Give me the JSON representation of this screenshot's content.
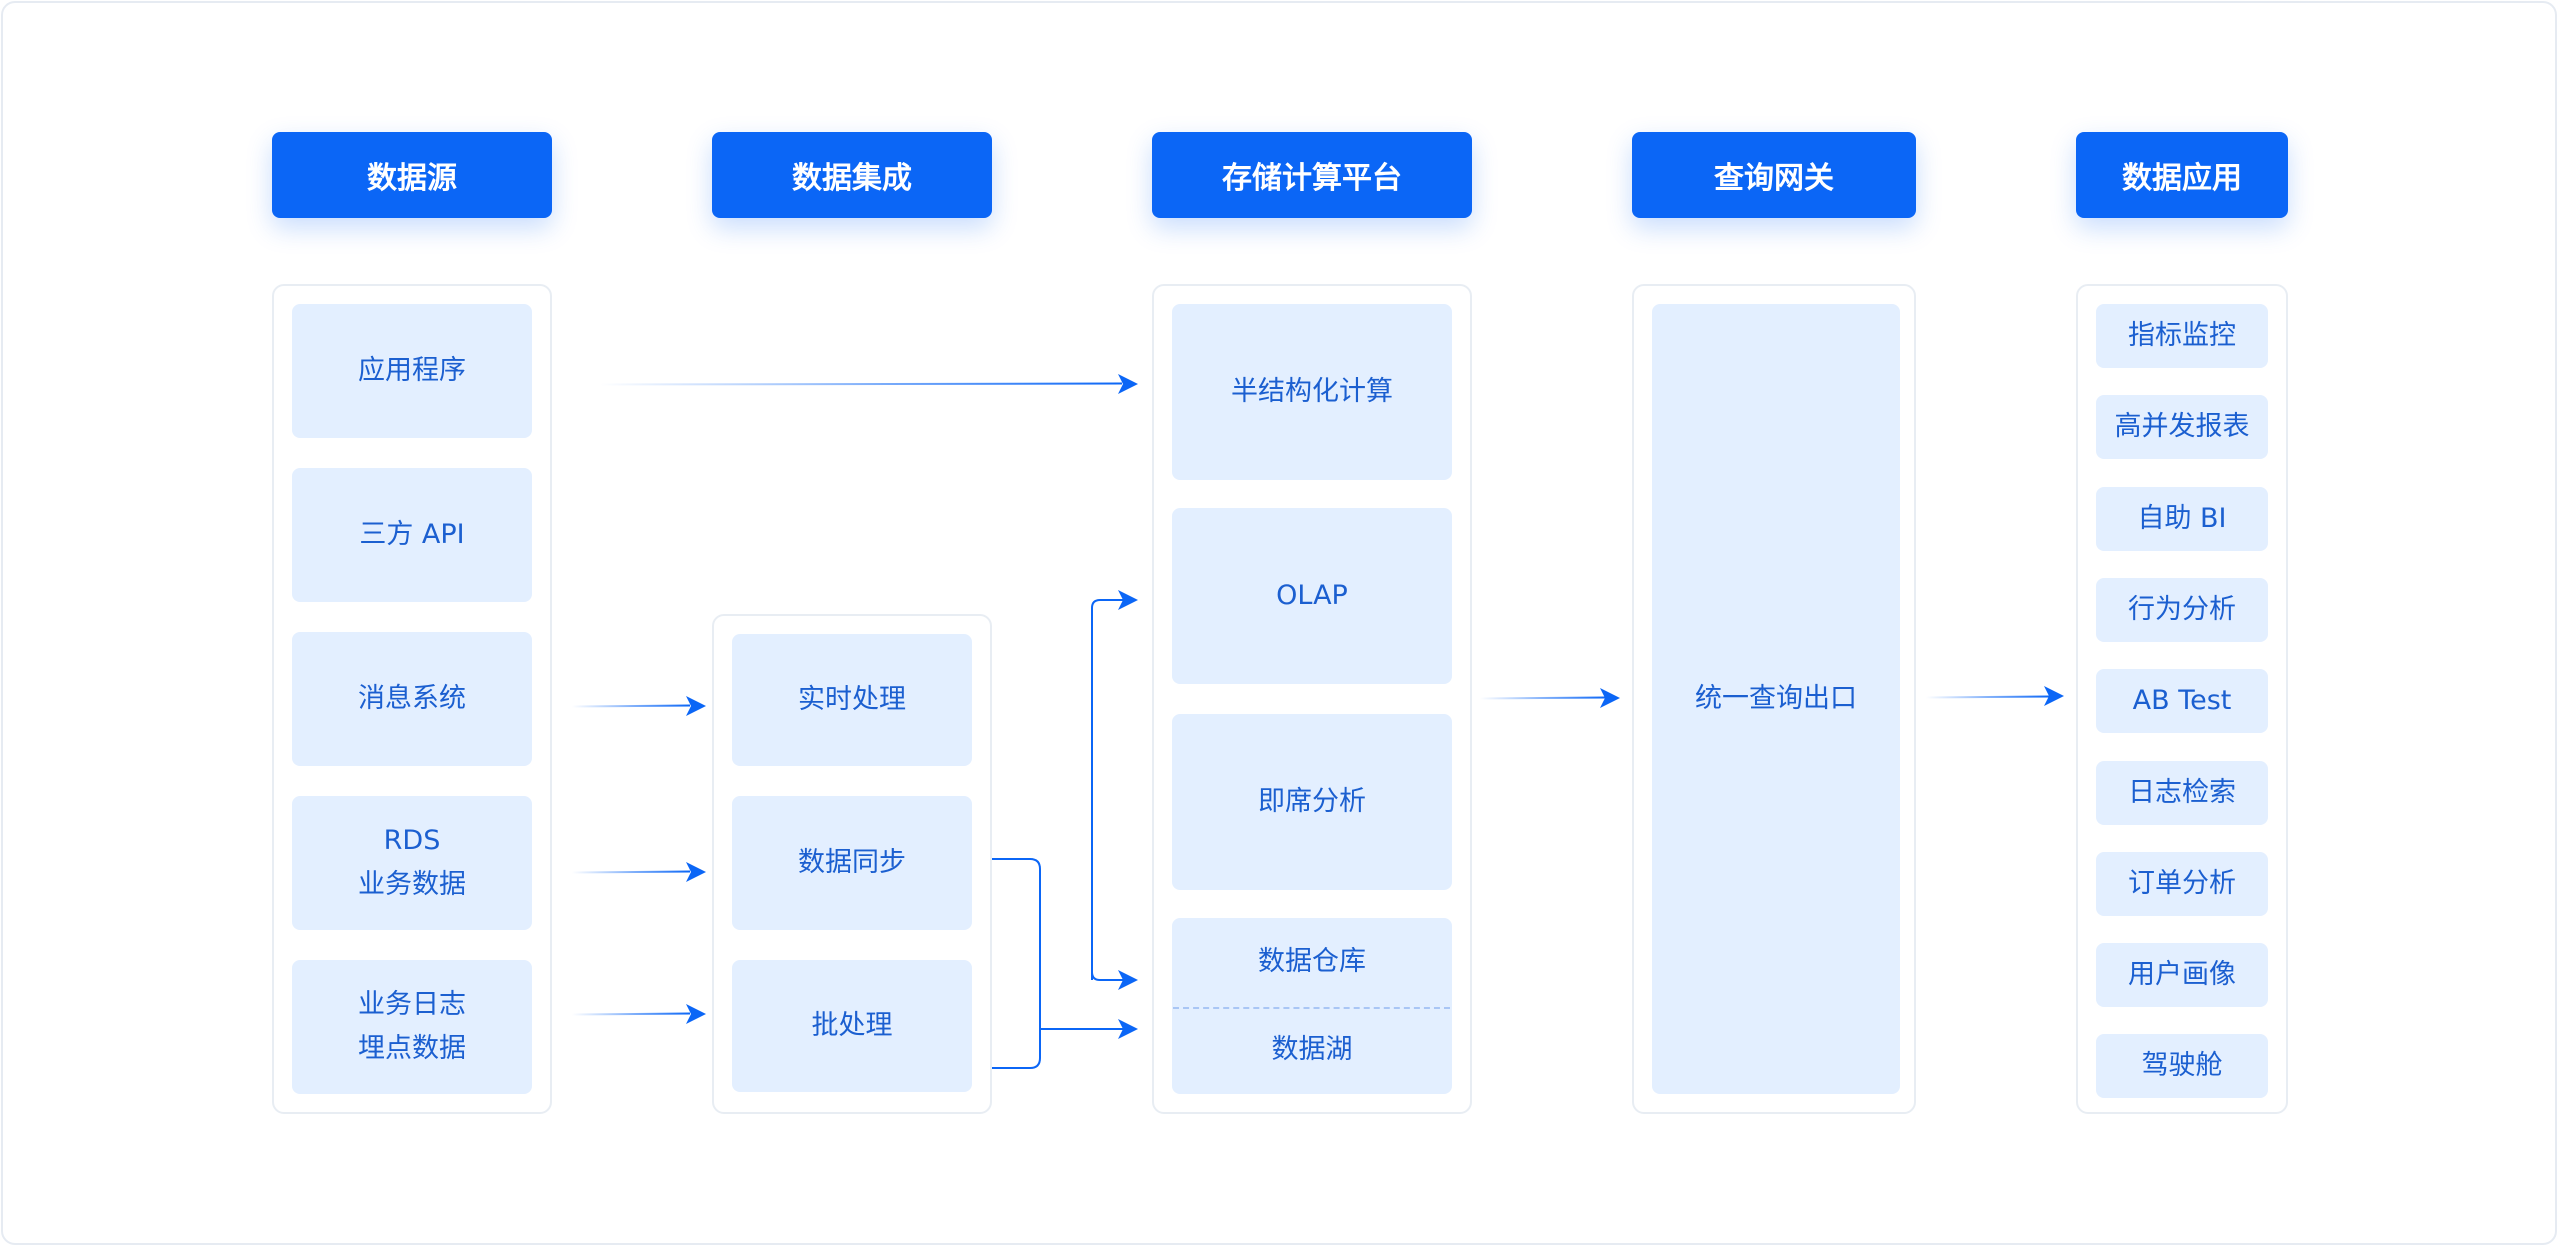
{
  "headers": {
    "sources": "数据源",
    "integration": "数据集成",
    "storage": "存储计算平台",
    "gateway": "查询网关",
    "apps": "数据应用"
  },
  "sources": {
    "app_program": "应用程序",
    "third_party_api": "三方 API",
    "message_system": "消息系统",
    "rds_line1": "RDS",
    "rds_line2": "业务数据",
    "log_line1": "业务日志",
    "log_line2": "埋点数据"
  },
  "integration": {
    "realtime": "实时处理",
    "sync": "数据同步",
    "batch": "批处理"
  },
  "storage": {
    "semi_structured": "半结构化计算",
    "olap": "OLAP",
    "adhoc": "即席分析",
    "warehouse": "数据仓库",
    "lake": "数据湖"
  },
  "gateway": {
    "unified_query": "统一查询出口"
  },
  "apps": {
    "items": [
      "指标监控",
      "高并发报表",
      "自助 BI",
      "行为分析",
      "AB Test",
      "日志检索",
      "订单分析",
      "用户画像",
      "驾驶舱"
    ]
  },
  "colors": {
    "accent": "#0b66f6",
    "box_fill": "#e3efff",
    "box_text": "#1b5fd0",
    "panel_border": "#e8edf3"
  }
}
